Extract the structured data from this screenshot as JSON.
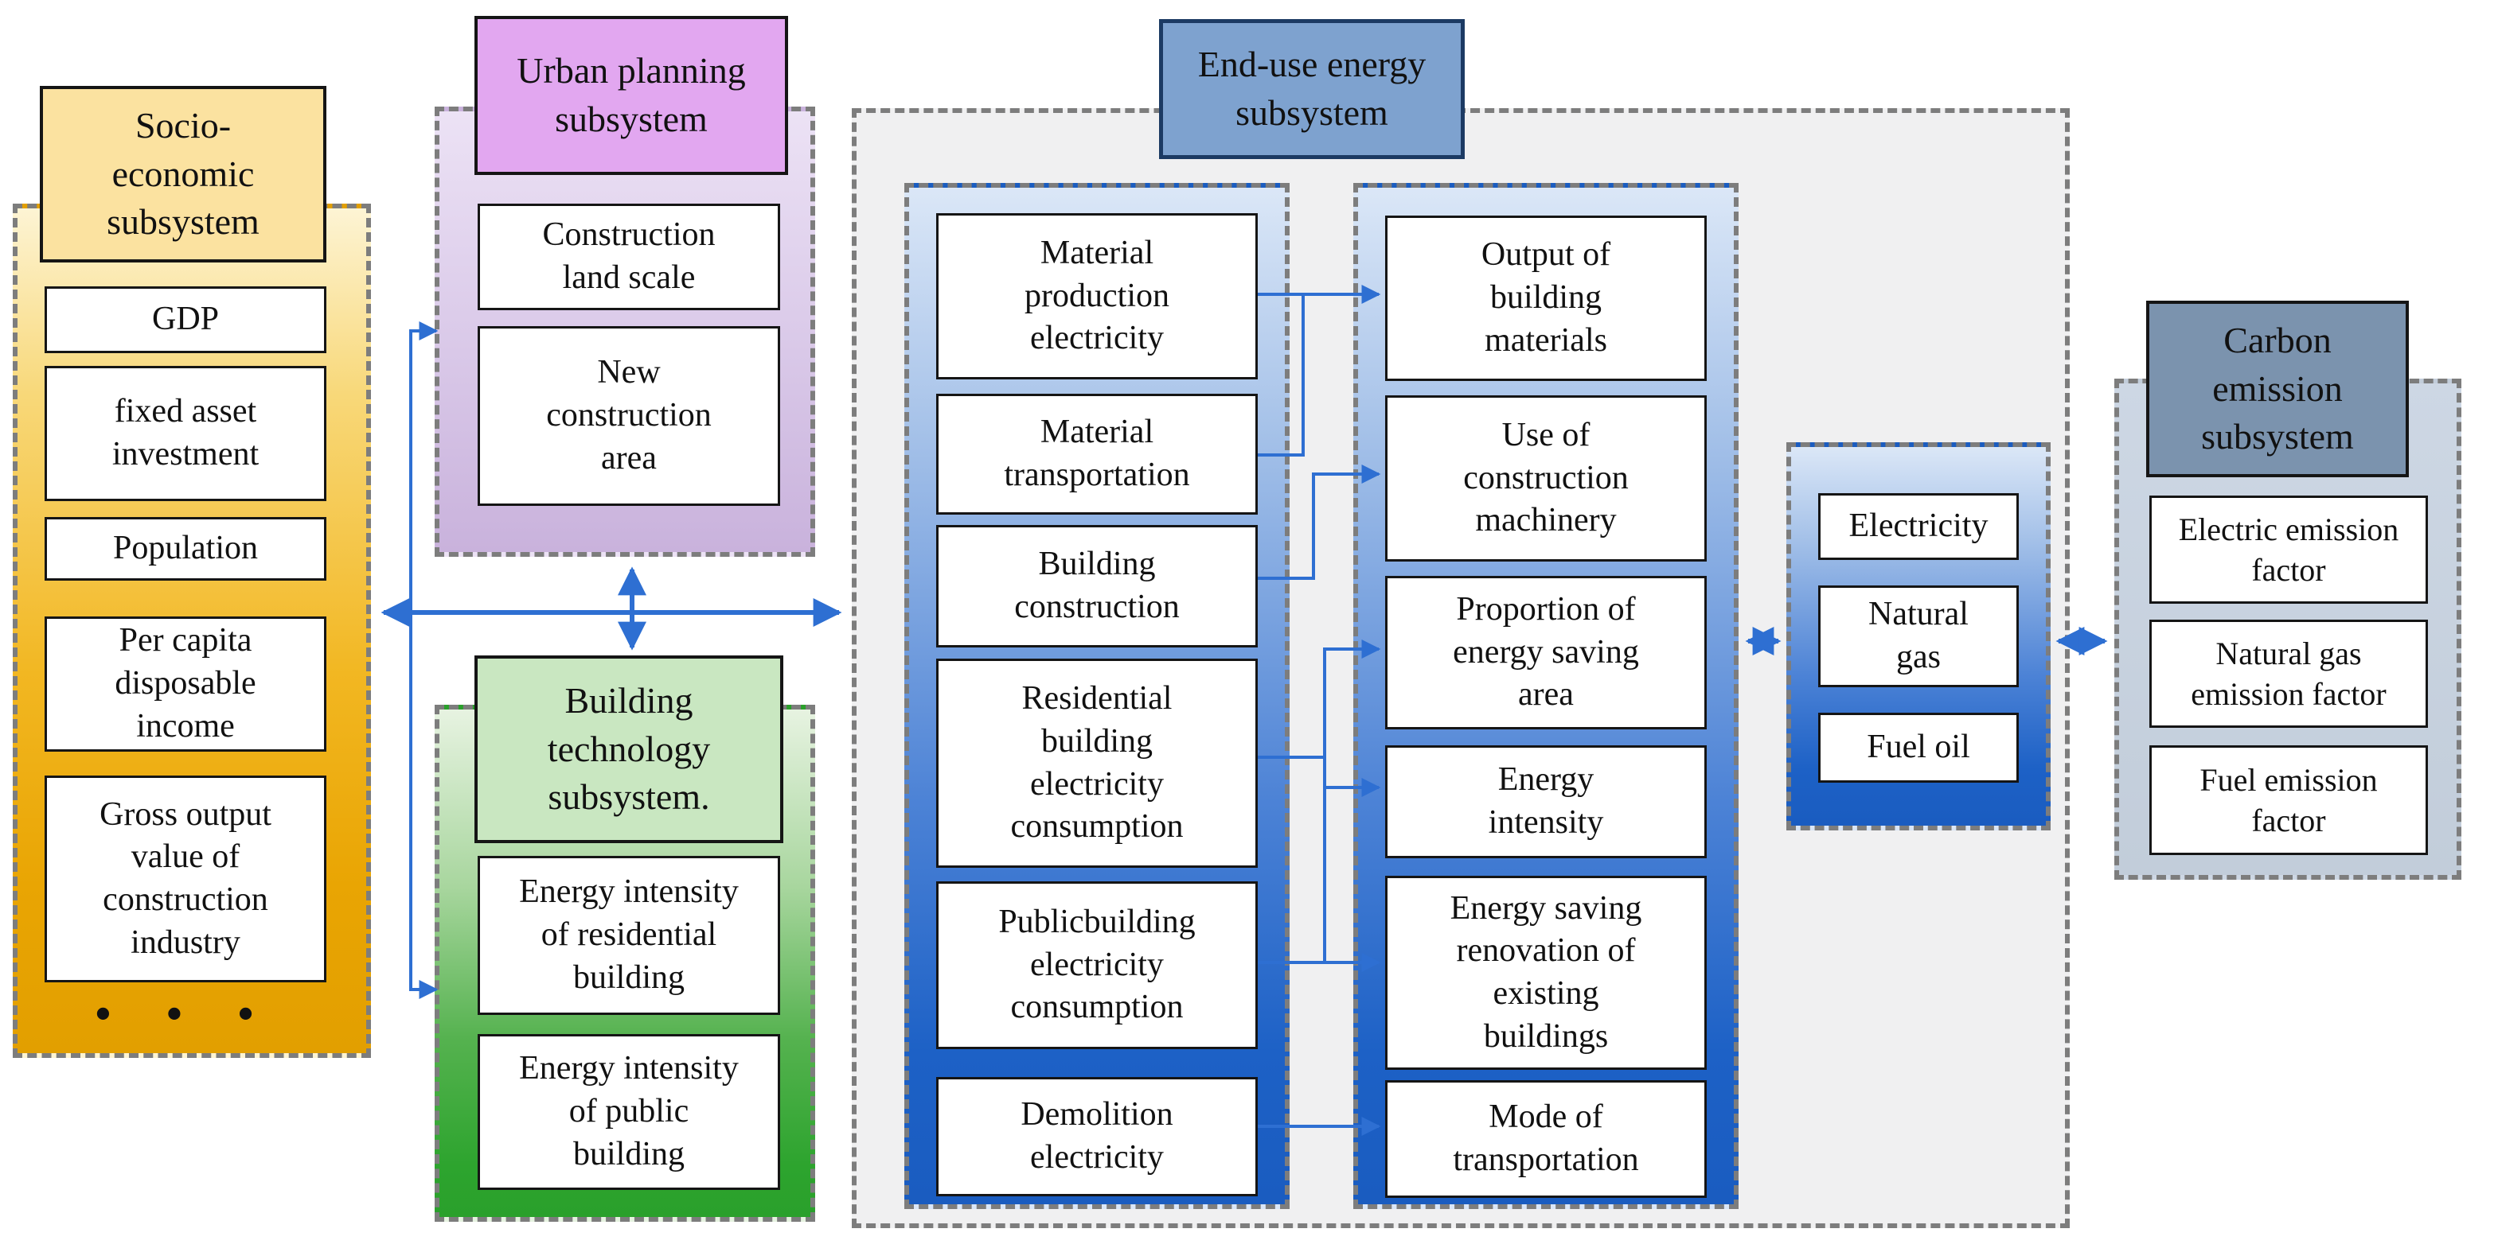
{
  "figure": {
    "kind": "system-dynamics subsystem diagram",
    "ellipsis": "•  •  •"
  },
  "colors": {
    "socio_title_fill": "#fbe2a0",
    "socio_gradient_bottom": "#e29f00",
    "urban_title_fill": "#e2a7f0",
    "urban_gradient_bottom": "#c9b2dc",
    "building_title_fill": "#c9e7c1",
    "building_gradient_bottom": "#2da42e",
    "enduse_title_fill": "#7ea2cf",
    "enduse_panel_fill": "#f0f0f1",
    "blue_gradient_top": "#dbe7f7",
    "blue_gradient_bottom": "#1a5cc0",
    "carbon_title_fill": "#7b93ae",
    "carbon_panel_fill": "#c6d0de",
    "arrow_blue": "#2e6fd2",
    "dashed_border_gray": "#7d7d7d",
    "box_border": "#151515"
  },
  "subsystems": {
    "socio_economic": {
      "title": "Socio-\neconomic\nsubsystem",
      "items": [
        "GDP",
        "fixed asset\ninvestment",
        "Population",
        "Per capita\ndisposable\nincome",
        "Gross output\nvalue of\nconstruction\nindustry"
      ]
    },
    "urban_planning": {
      "title": "Urban planning\nsubsystem",
      "items": [
        "Construction\nland scale",
        "New\nconstruction\narea"
      ]
    },
    "building_technology": {
      "title": "Building\ntechnology\nsubsystem.",
      "items": [
        "Energy intensity\nof residential\nbuilding",
        "Energy intensity\nof public\nbuilding"
      ]
    },
    "end_use_energy": {
      "title": "End-use energy\nsubsystem",
      "left_column": [
        "Material\nproduction\nelectricity",
        "Material\ntransportation",
        "Building\nconstruction",
        "Residential\nbuilding\nelectricity\nconsumption",
        "Publicbuilding\nelectricity\nconsumption",
        "Demolition\nelectricity"
      ],
      "right_column": [
        "Output of\nbuilding\nmaterials",
        "Use of\nconstruction\nmachinery",
        "Proportion of\nenergy saving\narea",
        "Energy\nintensity",
        "Energy saving\nrenovation of\nexisting\nbuildings",
        "Mode of\ntransportation"
      ],
      "fuels": [
        "Electricity",
        "Natural\ngas",
        "Fuel oil"
      ]
    },
    "carbon_emission": {
      "title": "Carbon\nemission\nsubsystem",
      "items": [
        "Electric emission\nfactor",
        "Natural gas\nemission factor",
        "Fuel emission\nfactor"
      ]
    }
  }
}
